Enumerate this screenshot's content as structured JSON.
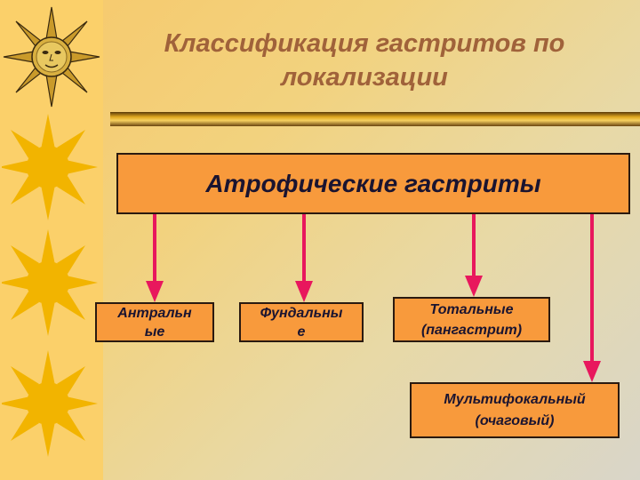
{
  "slide": {
    "title_line1": "Классификация гастритов по",
    "title_line2": "локализации"
  },
  "diagram": {
    "root": "Атрофические гастриты",
    "children": [
      {
        "line1": "Антральн",
        "line2": "ые"
      },
      {
        "line1": "Фундальны",
        "line2": "е"
      },
      {
        "line1": "Тотальные",
        "line2": "(пангастрит)"
      },
      {
        "line1": "Мультифокальный",
        "line2": "(очаговый)"
      }
    ]
  },
  "colors": {
    "box_fill": "#f89a3c",
    "arrow": "#e8175d",
    "title": "#a0623a",
    "sun": "#f2b400"
  },
  "decor": {
    "sun_icons": [
      "face-sun-icon",
      "sun-icon",
      "sun-icon",
      "sun-icon"
    ]
  }
}
